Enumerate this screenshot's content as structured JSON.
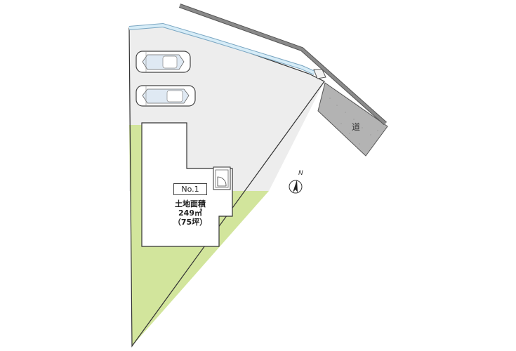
{
  "lot": {
    "number": "No.1",
    "area_label": "土地面積",
    "area_sqm": "249㎡",
    "area_tsubo": "（75坪）"
  },
  "road": {
    "label": "道"
  },
  "compass": {
    "letter": "N"
  },
  "colors": {
    "paved": "#ededed",
    "garden": "#d2e59c",
    "road": "#b3b3b3",
    "waterway": "#cfe6f3",
    "building": "#ffffff",
    "outline": "#333333"
  }
}
